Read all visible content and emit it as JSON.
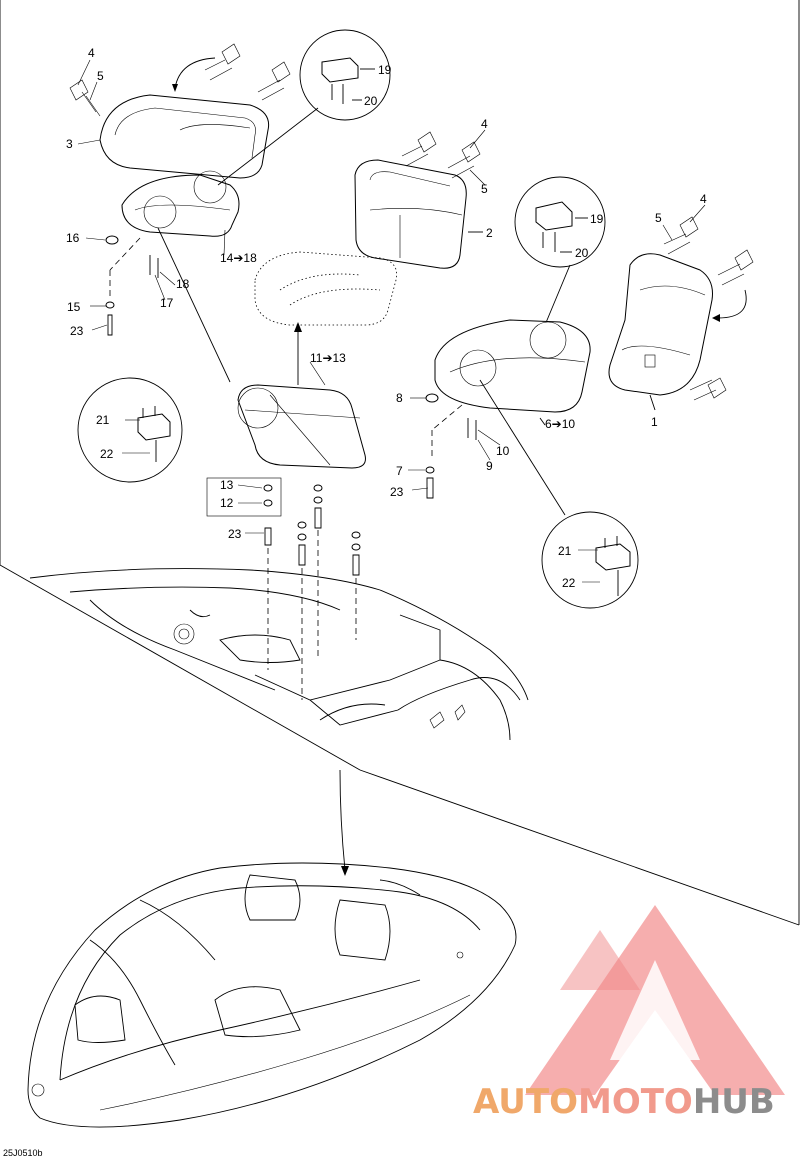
{
  "diagram": {
    "drawing_code": "25J0510b",
    "callouts": {
      "c1": "1",
      "c2": "2",
      "c3": "3",
      "c4a": "4",
      "c4b": "4",
      "c4c": "4",
      "c5a": "5",
      "c5b": "5",
      "c5c": "5",
      "c6_10": "6➔10",
      "c7": "7",
      "c8": "8",
      "c9": "9",
      "c10": "10",
      "c11_13": "11➔13",
      "c12": "12",
      "c13": "13",
      "c14_18": "14➔18",
      "c15": "15",
      "c16": "16",
      "c17": "17",
      "c18": "18",
      "c19a": "19",
      "c19b": "19",
      "c20a": "20",
      "c20b": "20",
      "c21a": "21",
      "c21b": "21",
      "c22a": "22",
      "c22b": "22",
      "c23a": "23",
      "c23b": "23",
      "c23c": "23"
    }
  },
  "watermark": {
    "part1": "AUTO",
    "part2": "MOTO",
    "part3": "HUB",
    "color1": "#f0a86a",
    "color2": "#f19a8c",
    "color3": "#8c8c8c",
    "triangle_color": "#ef6b6b"
  }
}
